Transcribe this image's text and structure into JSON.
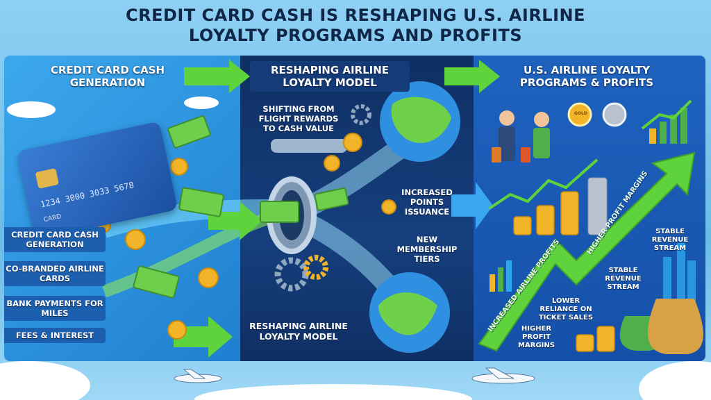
{
  "title": {
    "line1": "CREDIT CARD CASH IS RESHAPING U.S. AIRLINE",
    "line2": "LOYALTY PROGRAMS AND PROFITS"
  },
  "sections": {
    "left": {
      "header": "CREDIT CARD CASH GENERATION",
      "card": {
        "number": "1234 3000 3033 5678",
        "label": "CARD"
      },
      "items": [
        "CREDIT CARD CASH GENERATION",
        "CO-BRANDED AIRLINE CARDS",
        "BANK PAYMENTS FOR MILES",
        "FEES & INTEREST"
      ]
    },
    "middle": {
      "header": "RESHAPING AIRLINE LOYALTY MODEL",
      "shift_label": "SHIFTING FROM FLIGHT REWARDS TO CASH VALUE",
      "points_label": "INCREASED POINTS ISSUANCE",
      "tiers_label": "NEW MEMBERSHIP TIERS",
      "footer": "RESHAPING AIRLINE LOYALTY MODEL"
    },
    "right": {
      "header": "U.S. AIRLINE LOYALTY PROGRAMS & PROFITS",
      "medal_gold": "GOLD",
      "arrow_label_1": "INCREASED AIRLINE PROFITS",
      "arrow_label_2": "HIGHER PROFIT MARGINS",
      "stable_1": "STABLE REVENUE STREAM",
      "stable_2": "STABLE REVENUE STREAM",
      "lower_reliance": "LOWER RELIANCE ON TICKET SALES",
      "higher_margins": "HIGHER PROFIT MARGINS"
    }
  },
  "colors": {
    "navy": "#0f2647",
    "green": "#5fd33c",
    "gold": "#f2b52a",
    "sky": "#8fd0f4"
  }
}
